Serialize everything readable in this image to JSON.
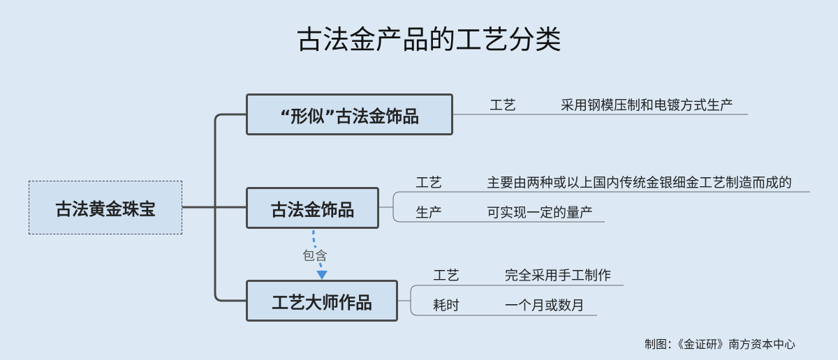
{
  "title": "古法金产品的工艺分类",
  "root": "古法黄金珠宝",
  "nodes": [
    {
      "label": "“形似”古法金饰品",
      "attributes": [
        {
          "key": "工艺",
          "value": "采用钢模压制和电镀方式生产"
        }
      ]
    },
    {
      "label": "古法金饰品",
      "attributes": [
        {
          "key": "工艺",
          "value": "主要由两种或以上国内传统金银细金工艺制造而成的"
        },
        {
          "key": "生产",
          "value": "可实现一定的量产"
        }
      ]
    },
    {
      "label": "工艺大师作品",
      "attributes": [
        {
          "key": "工艺",
          "value": "完全采用手工制作"
        },
        {
          "key": "耗时",
          "value": "一个月或数月"
        }
      ]
    }
  ],
  "relation": "包含",
  "credit": "制图：《金证研》南方资本中心",
  "colors": {
    "background": "#dce9f5",
    "node_fill": "#cfe0f1",
    "node_border": "#4a4a4a",
    "relation_arrow": "#4a90d9"
  }
}
